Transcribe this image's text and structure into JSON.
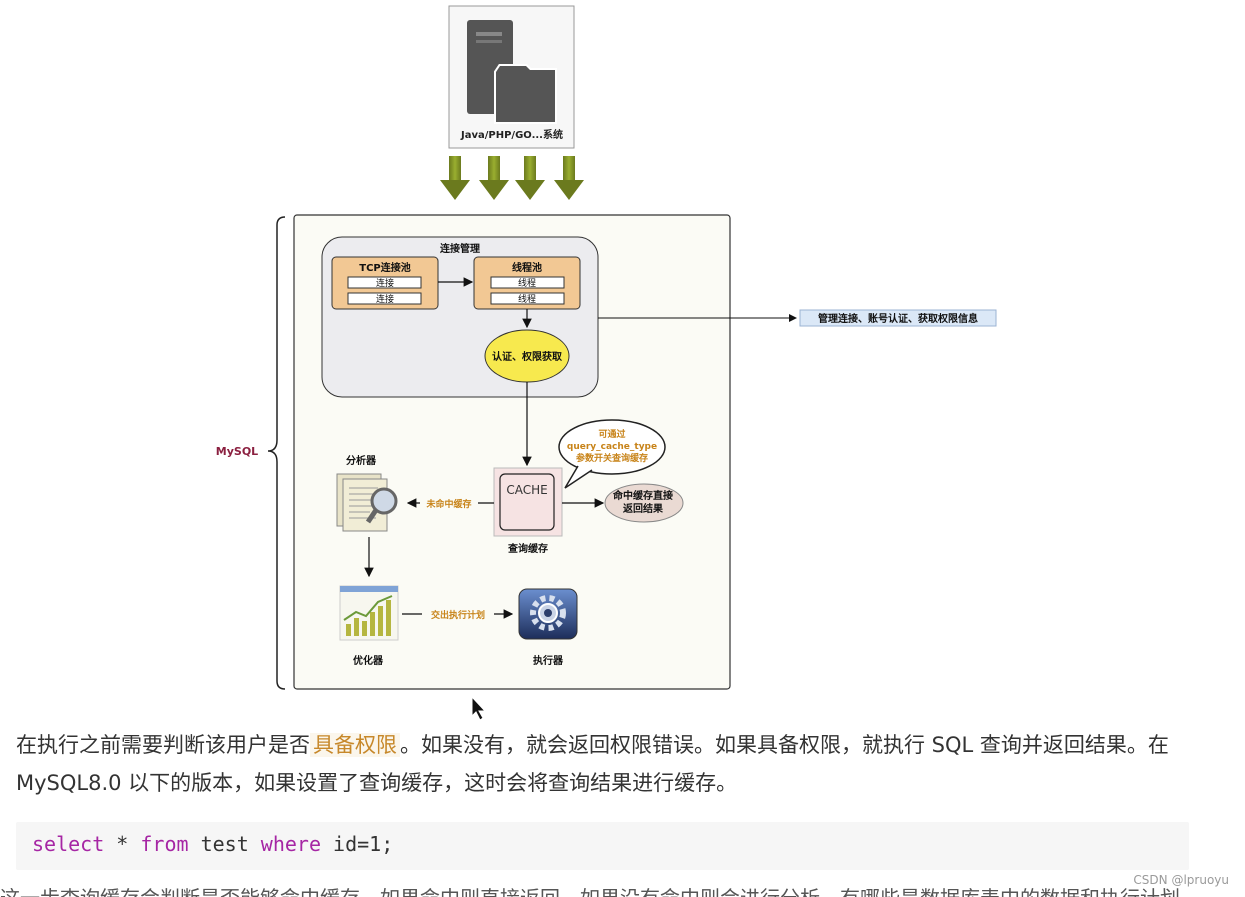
{
  "diagram": {
    "client_label": "Java/PHP/GO...系统",
    "mysql_label": "MySQL",
    "conn_mgmt": {
      "title": "连接管理",
      "tcp_pool": "TCP连接池",
      "tcp_items": [
        "连接",
        "连接"
      ],
      "thread_pool": "线程池",
      "thread_items": [
        "线程",
        "线程"
      ],
      "auth": "认证、权限获取"
    },
    "right_note": "管理连接、账号认证、获取权限信息",
    "analyzer": "分析器",
    "cache_box": "CACHE",
    "cache_label": "查询缓存",
    "cache_miss": "未命中缓存",
    "callout": [
      "可通过",
      "query_cache_type",
      "参数开关查询缓存"
    ],
    "hit_result": [
      "命中缓存直接",
      "返回结果"
    ],
    "optimizer": "优化器",
    "plan": "交出执行计划",
    "executor": "执行器"
  },
  "text": {
    "p_before": "在执行之前需要判断该用户是否",
    "p_highlight": "具备权限",
    "p_after": "。如果没有，就会返回权限错误。如果具备权限，就执行 SQL 查询并返回结果。在 MySQL8.0 以下的版本，如果设置了查询缓存，这时会将查询结果进行缓存。"
  },
  "code": {
    "kw1": "select",
    "mid1": " * ",
    "kw2": "from",
    "mid2": " test ",
    "kw3": "where",
    "tail": " id=1;"
  },
  "watermark": "CSDN @lpruoyu",
  "cut_text": "这一步查询缓存会判断是否能够命中缓存，如果命中则直接返回，如果没有命中则会进行分析，有哪些是数据库表中的数据和执行计划"
}
